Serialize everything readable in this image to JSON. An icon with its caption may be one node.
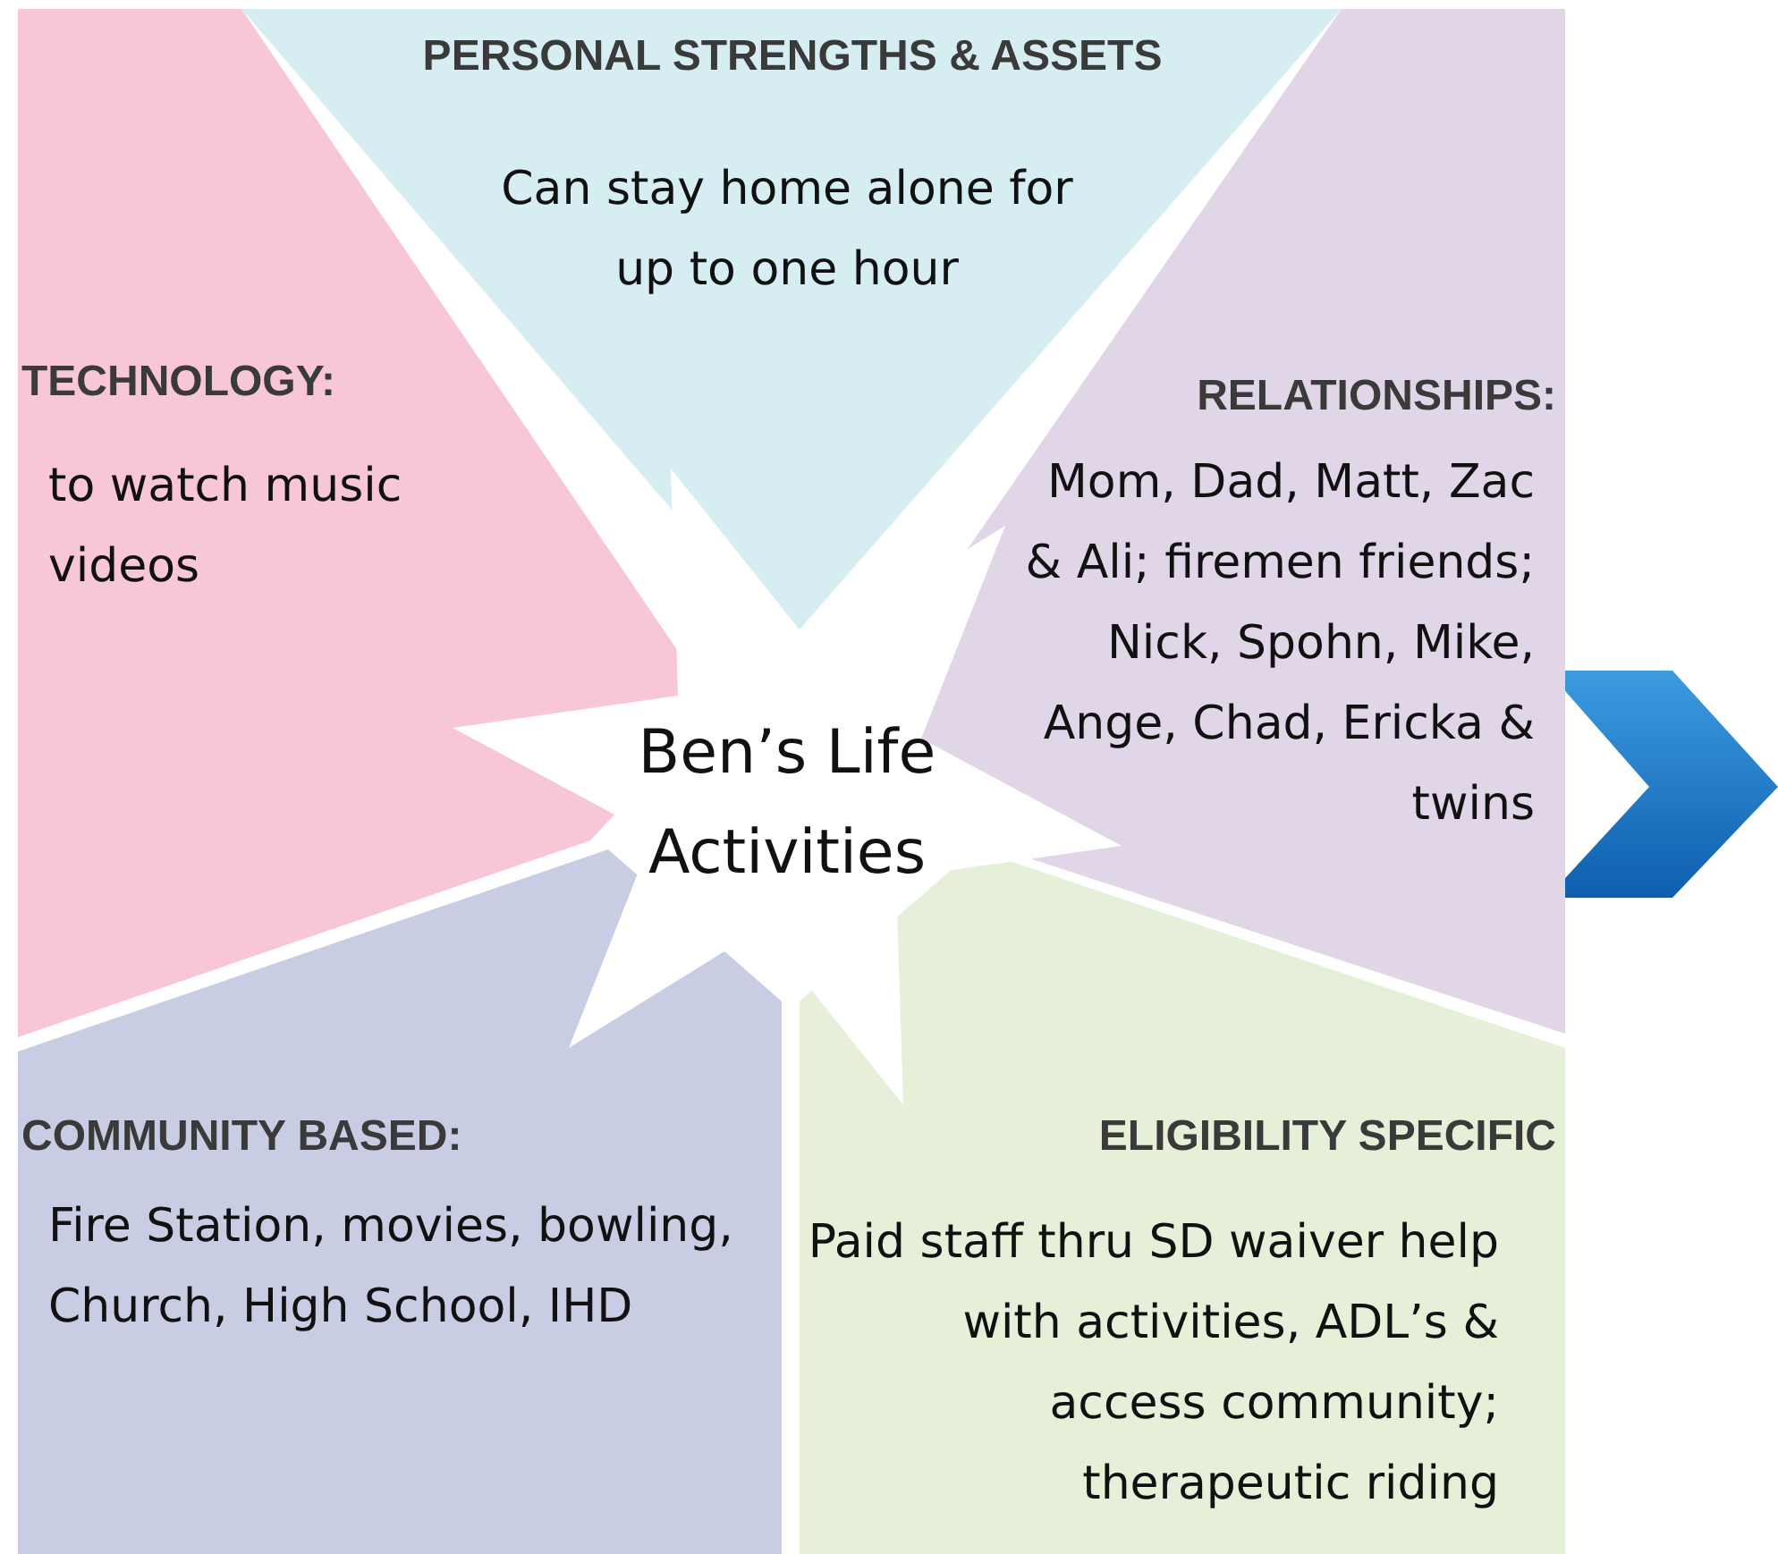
{
  "diagram": {
    "nodes": [
      {
        "text": [
          "Ben’s Life Activities"
        ]
      },
      {
        "text": [
          "PERSONAL STRENGTHS & ASSETS",
          "Can stay home alone for up to one hour"
        ]
      },
      {
        "text": [
          "TECHNOLOGY:",
          "to watch music videos"
        ]
      },
      {
        "text": [
          "RELATIONSHIPS:",
          "Mom, Dad, Matt, Zac & Ali; firemen friends; Nick, Spohn, Mike, Ange, Chad, Ericka & twins"
        ]
      },
      {
        "text": [
          "COMMUNITY BASED:",
          "Fire Station, movies, bowling, Church, High School, IHD"
        ]
      },
      {
        "text": [
          "ELIGIBILITY SPECIFIC",
          "Paid staff thru SD waiver help with activities, ADL’s & access community; therapeutic riding"
        ]
      }
    ]
  }
}
